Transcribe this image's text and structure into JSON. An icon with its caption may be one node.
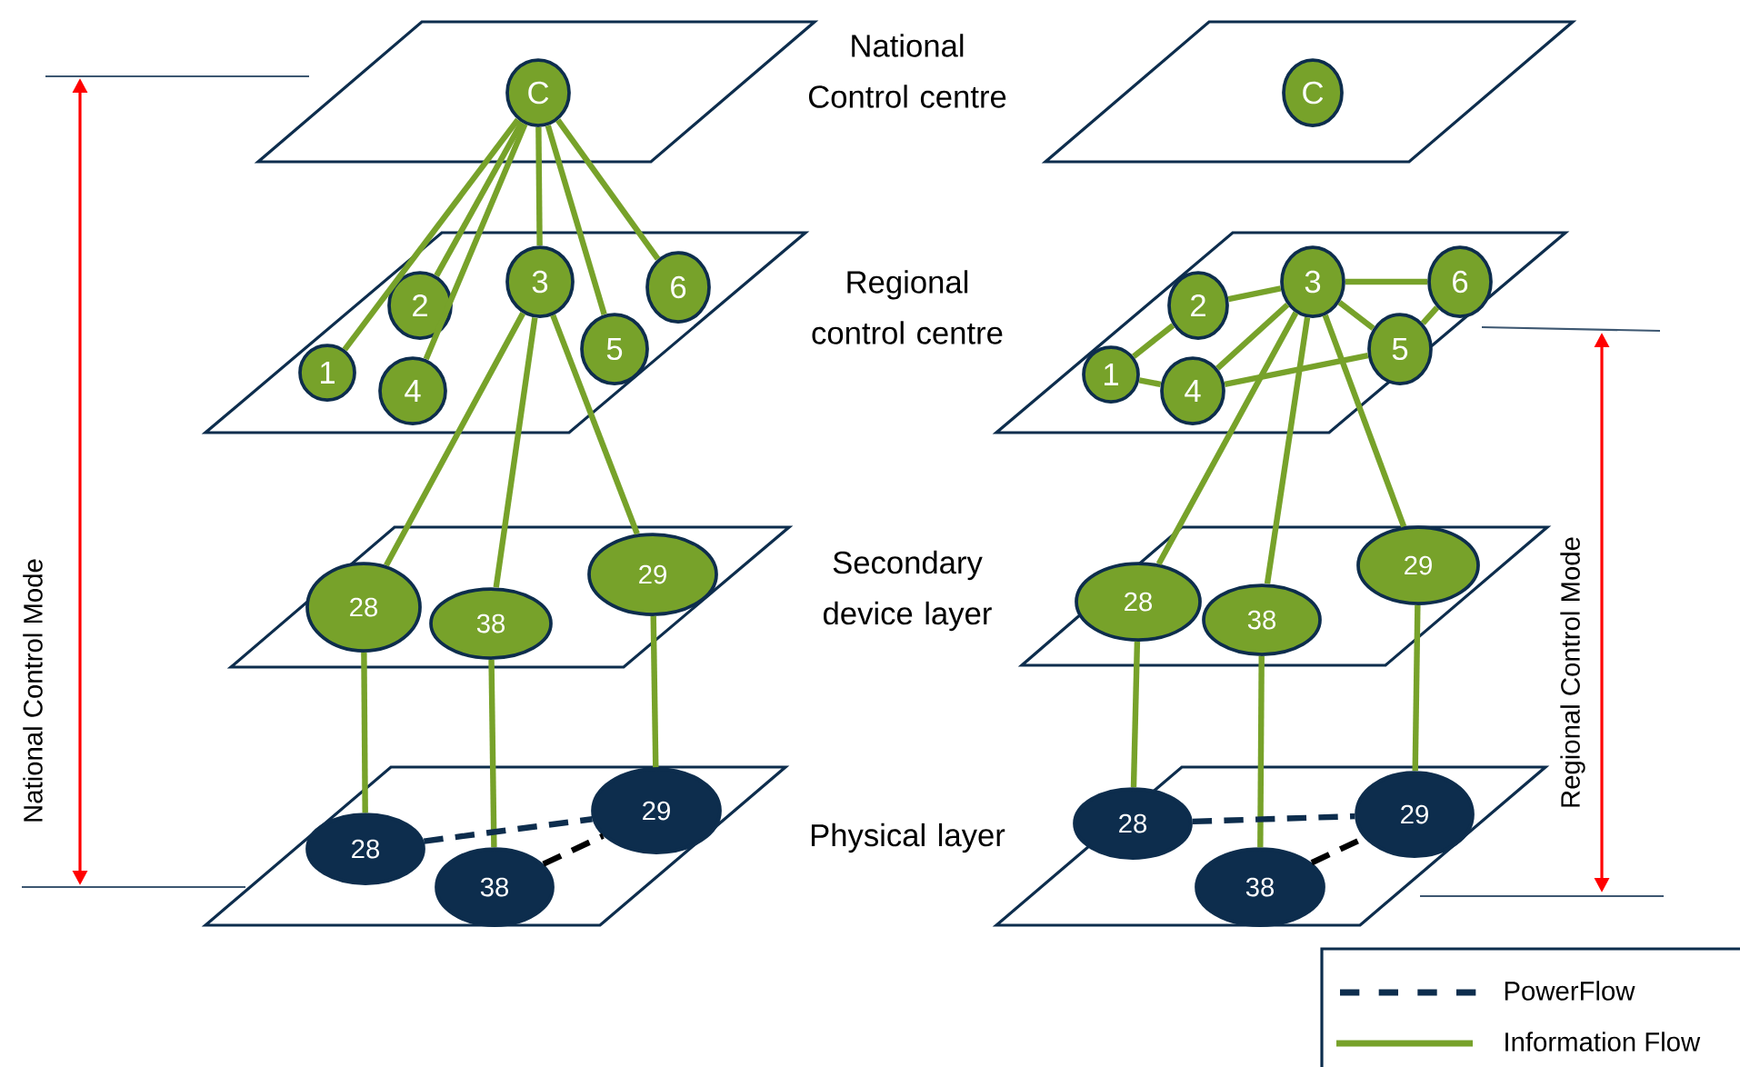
{
  "diagram": {
    "nodes": [
      {
        "text": [],
        "shape": "parallelogram"
      },
      {
        "text": [
          "C"
        ],
        "in": 0
      },
      {
        "text": [],
        "shape": "parallelogram"
      },
      {
        "text": [
          "C"
        ],
        "in": 2
      },
      {
        "text": [],
        "shape": "parallelogram"
      },
      {
        "text": [
          "1"
        ],
        "in": 4
      },
      {
        "text": [
          "2"
        ],
        "in": 4
      },
      {
        "text": [
          "3"
        ],
        "in": 4
      },
      {
        "text": [
          "4"
        ],
        "in": 4
      },
      {
        "text": [
          "5"
        ],
        "in": 4
      },
      {
        "text": [
          "6"
        ],
        "in": 4
      },
      {
        "text": [],
        "shape": "parallelogram"
      },
      {
        "text": [
          "1"
        ],
        "in": 11
      },
      {
        "text": [
          "2"
        ],
        "in": 11
      },
      {
        "text": [
          "3"
        ],
        "in": 11
      },
      {
        "text": [
          "4"
        ],
        "in": 11
      },
      {
        "text": [
          "5"
        ],
        "in": 11
      },
      {
        "text": [
          "6"
        ],
        "in": 11
      },
      {
        "text": [],
        "shape": "parallelogram"
      },
      {
        "text": [
          "28"
        ],
        "in": 18
      },
      {
        "text": [
          "38"
        ],
        "in": 18
      },
      {
        "text": [
          "29"
        ],
        "in": 18
      },
      {
        "text": [],
        "shape": "parallelogram"
      },
      {
        "text": [
          "28"
        ],
        "in": 22
      },
      {
        "text": [
          "38"
        ],
        "in": 22
      },
      {
        "text": [
          "29"
        ],
        "in": 22
      },
      {
        "text": [],
        "shape": "parallelogram"
      },
      {
        "text": [
          "28"
        ],
        "in": 26
      },
      {
        "text": [
          "38"
        ],
        "in": 26
      },
      {
        "text": [
          "29"
        ],
        "in": 26
      },
      {
        "text": [],
        "shape": "parallelogram"
      },
      {
        "text": [
          "28"
        ],
        "in": 30
      },
      {
        "text": [
          "38"
        ],
        "in": 30
      },
      {
        "text": [
          "29"
        ],
        "in": 30
      }
    ],
    "edges": [
      {
        "from": 1,
        "to": 5,
        "arrow": "none"
      },
      {
        "from": 1,
        "to": 6,
        "arrow": "none"
      },
      {
        "from": 1,
        "to": 7,
        "arrow": "none"
      },
      {
        "from": 1,
        "to": 8,
        "arrow": "none"
      },
      {
        "from": 1,
        "to": 9,
        "arrow": "none"
      },
      {
        "from": 1,
        "to": 10,
        "arrow": "none"
      },
      {
        "from": 13,
        "to": 14,
        "arrow": "none"
      },
      {
        "from": 14,
        "to": 17,
        "arrow": "none"
      },
      {
        "from": 12,
        "to": 13,
        "arrow": "none"
      },
      {
        "from": 12,
        "to": 15,
        "arrow": "none"
      },
      {
        "from": 15,
        "to": 14,
        "arrow": "none"
      },
      {
        "from": 15,
        "to": 16,
        "arrow": "none"
      },
      {
        "from": 14,
        "to": 16,
        "arrow": "none"
      },
      {
        "from": 16,
        "to": 17,
        "arrow": "none"
      },
      {
        "from": 7,
        "to": 19,
        "arrow": "none"
      },
      {
        "from": 7,
        "to": 20,
        "arrow": "none"
      },
      {
        "from": 7,
        "to": 21,
        "arrow": "none"
      },
      {
        "from": 14,
        "to": 23,
        "arrow": "none"
      },
      {
        "from": 14,
        "to": 24,
        "arrow": "none"
      },
      {
        "from": 14,
        "to": 25,
        "arrow": "none"
      },
      {
        "from": 19,
        "to": 27,
        "arrow": "none"
      },
      {
        "from": 20,
        "to": 28,
        "arrow": "none"
      },
      {
        "from": 21,
        "to": 29,
        "arrow": "none"
      },
      {
        "from": 23,
        "to": 31,
        "arrow": "none"
      },
      {
        "from": 24,
        "to": 32,
        "arrow": "none"
      },
      {
        "from": 25,
        "to": 33,
        "arrow": "none"
      },
      {
        "from": 27,
        "to": 29,
        "arrow": "none",
        "style": "dashed",
        "color": "#0d2d4d"
      },
      {
        "from": 28,
        "to": 29,
        "arrow": "none",
        "style": "dashed",
        "color": "#000000"
      },
      {
        "from": 31,
        "to": 33,
        "arrow": "none",
        "style": "dashed",
        "color": "#0d2d4d"
      },
      {
        "from": 32,
        "to": 33,
        "arrow": "none",
        "style": "dashed",
        "color": "#000000"
      }
    ],
    "labels": [
      "National Control centre",
      "Regional control centre",
      "Secondary device layer",
      "Physical layer",
      "National Control Mode",
      "Regional Control Mode"
    ],
    "legend": [
      {
        "text": "PowerFlow"
      },
      {
        "text": "Information Flow"
      }
    ]
  }
}
